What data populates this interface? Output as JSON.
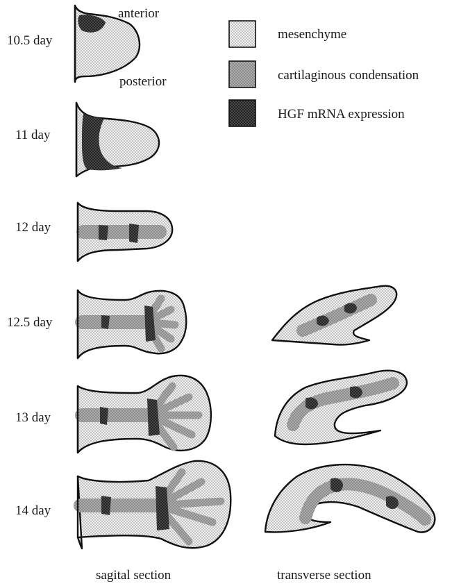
{
  "labels": {
    "anterior": "anterior",
    "posterior": "posterior"
  },
  "legend": [
    {
      "key": "mesenchyme",
      "label": "mesenchyme"
    },
    {
      "key": "cartilage",
      "label": "cartilaginous condensation"
    },
    {
      "key": "hgf",
      "label": "HGF mRNA expression"
    }
  ],
  "stages": [
    {
      "label": "10.5 day"
    },
    {
      "label": "11 day"
    },
    {
      "label": "12 day"
    },
    {
      "label": "12.5 day"
    },
    {
      "label": "13 day"
    },
    {
      "label": "14 day"
    }
  ],
  "captions": {
    "sagittal": "sagital section",
    "transverse": "transverse section"
  },
  "colors": {
    "mesenchyme_bg": "#efefef",
    "mesenchyme_dot": "#8a8a8a",
    "cartilage_bg": "#b4b4b4",
    "cartilage_line": "#7a7a7a",
    "hgf_bg": "#5a5a5a",
    "hgf_line": "#1e1e1e",
    "outline": "#111111"
  }
}
